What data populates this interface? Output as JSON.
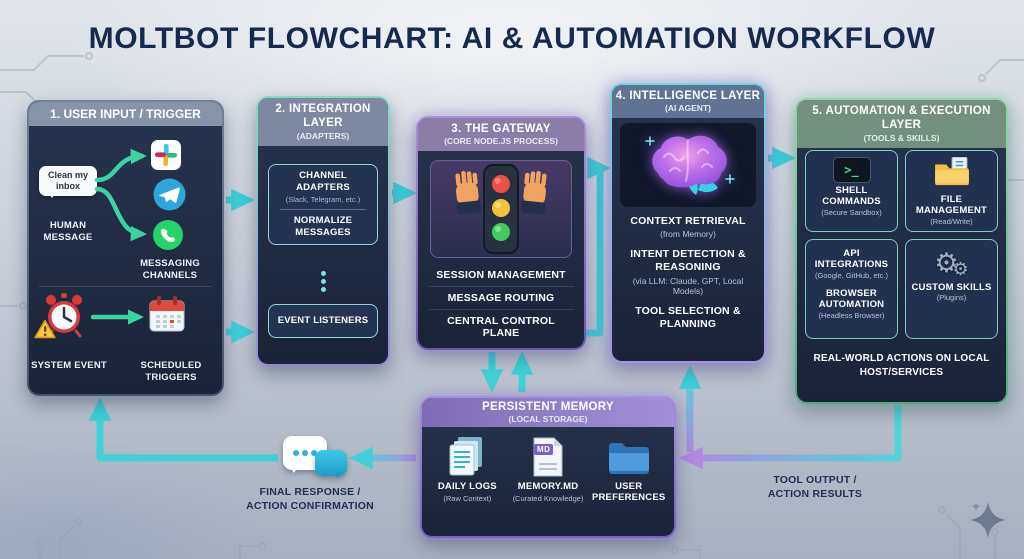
{
  "title": "MOLTBOT FLOWCHART: AI & AUTOMATION WORKFLOW",
  "user_input": {
    "header": "1. USER INPUT / TRIGGER",
    "bubble_text": "Clean my inbox",
    "human_message": "HUMAN MESSAGE",
    "messaging_channels": "MESSAGING CHANNELS",
    "system_event": "SYSTEM EVENT",
    "scheduled_triggers": "SCHEDULED TRIGGERS"
  },
  "integration": {
    "header": "2. INTEGRATION LAYER",
    "header_sub": "(ADAPTERS)",
    "channel_adapters": "CHANNEL ADAPTERS",
    "channel_adapters_sub": "(Slack, Telegram, etc.)",
    "normalize_messages": "NORMALIZE MESSAGES",
    "event_listeners": "EVENT LISTENERS"
  },
  "gateway": {
    "header": "3. THE GATEWAY",
    "header_sub": "(CORE NODE.JS PROCESS)",
    "items": [
      "SESSION MANAGEMENT",
      "MESSAGE ROUTING",
      "CENTRAL CONTROL PLANE"
    ]
  },
  "intelligence": {
    "header": "4. INTELLIGENCE LAYER",
    "header_sub": "(AI AGENT)",
    "context_retrieval": "CONTEXT RETRIEVAL",
    "context_retrieval_sub": "(from Memory)",
    "intent_detection": "INTENT DETECTION & REASONING",
    "intent_detection_sub": "(via LLM: Claude, GPT, Local Models)",
    "tool_selection": "TOOL SELECTION & PLANNING"
  },
  "automation": {
    "header": "5. AUTOMATION & EXECUTION LAYER",
    "header_sub": "(TOOLS & SKILLS)",
    "shell_commands": "SHELL COMMANDS",
    "shell_commands_sub": "(Secure Sandbox)",
    "shell_prompt": ">_",
    "file_management": "FILE MANAGEMENT",
    "file_management_sub": "(Read/Write)",
    "api_integrations": "API INTEGRATIONS",
    "api_integrations_sub": "(Google, GitHub, etc.)",
    "browser_automation": "BROWSER AUTOMATION",
    "browser_automation_sub": "(Headless Browser)",
    "custom_skills": "CUSTOM SKILLS",
    "custom_skills_sub": "(Plugins)",
    "footer": "REAL-WORLD ACTIONS ON LOCAL HOST/SERVICES"
  },
  "memory": {
    "header": "PERSISTENT MEMORY",
    "header_sub": "(LOCAL STORAGE)",
    "daily_logs": "DAILY LOGS",
    "daily_logs_sub": "(Raw Context)",
    "memory_md": "MEMORY.MD",
    "memory_md_badge": "MD",
    "memory_md_sub": "(Curated Knowledge)",
    "user_preferences": "USER PREFERENCES"
  },
  "flow_labels": {
    "final_response_1": "FINAL RESPONSE /",
    "final_response_2": "ACTION CONFIRMATION",
    "tool_output_1": "TOOL OUTPUT /",
    "tool_output_2": "ACTION RESULTS"
  },
  "icons": {
    "gear_glyph": "⚙"
  },
  "colors": {
    "arrow_cyan": "#3fd0d8",
    "arrow_green": "#3bd3a0",
    "arrow_purple": "#b08ae0",
    "title_navy": "#16294e"
  }
}
